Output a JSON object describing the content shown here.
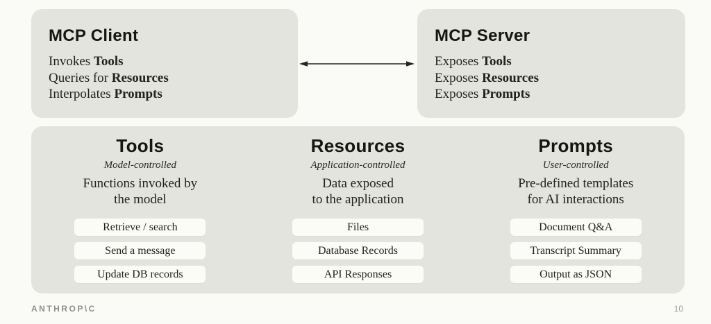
{
  "colors": {
    "background": "#fafaf6",
    "box_fill": "#e4e4df",
    "pill_fill": "#fbfbf8",
    "text_dark": "#211f1b",
    "footer_gray": "#8e8e8a",
    "arrow": "#26241f"
  },
  "client_box": {
    "title": "MCP Client",
    "items": [
      {
        "plain": "Invokes ",
        "bold": "Tools"
      },
      {
        "plain": "Queries for ",
        "bold": "Resources"
      },
      {
        "plain": "Interpolates ",
        "bold": "Prompts"
      }
    ]
  },
  "server_box": {
    "title": "MCP Server",
    "items": [
      {
        "plain": "Exposes ",
        "bold": "Tools"
      },
      {
        "plain": "Exposes ",
        "bold": "Resources"
      },
      {
        "plain": "Exposes ",
        "bold": "Prompts"
      }
    ]
  },
  "columns": [
    {
      "title": "Tools",
      "control": "Model-controlled",
      "desc_line1": "Functions invoked by",
      "desc_line2": "the model",
      "pills": [
        "Retrieve / search",
        "Send a message",
        "Update DB records"
      ]
    },
    {
      "title": "Resources",
      "control": "Application-controlled",
      "desc_line1": "Data exposed",
      "desc_line2": "to the application",
      "pills": [
        "Files",
        "Database Records",
        "API Responses"
      ]
    },
    {
      "title": "Prompts",
      "control": "User-controlled",
      "desc_line1": "Pre-defined templates",
      "desc_line2": "for AI interactions",
      "pills": [
        "Document Q&A",
        "Transcript Summary",
        "Output as JSON"
      ]
    }
  ],
  "footer": {
    "brand": "ANTHROP\\C",
    "page_number": "10"
  }
}
